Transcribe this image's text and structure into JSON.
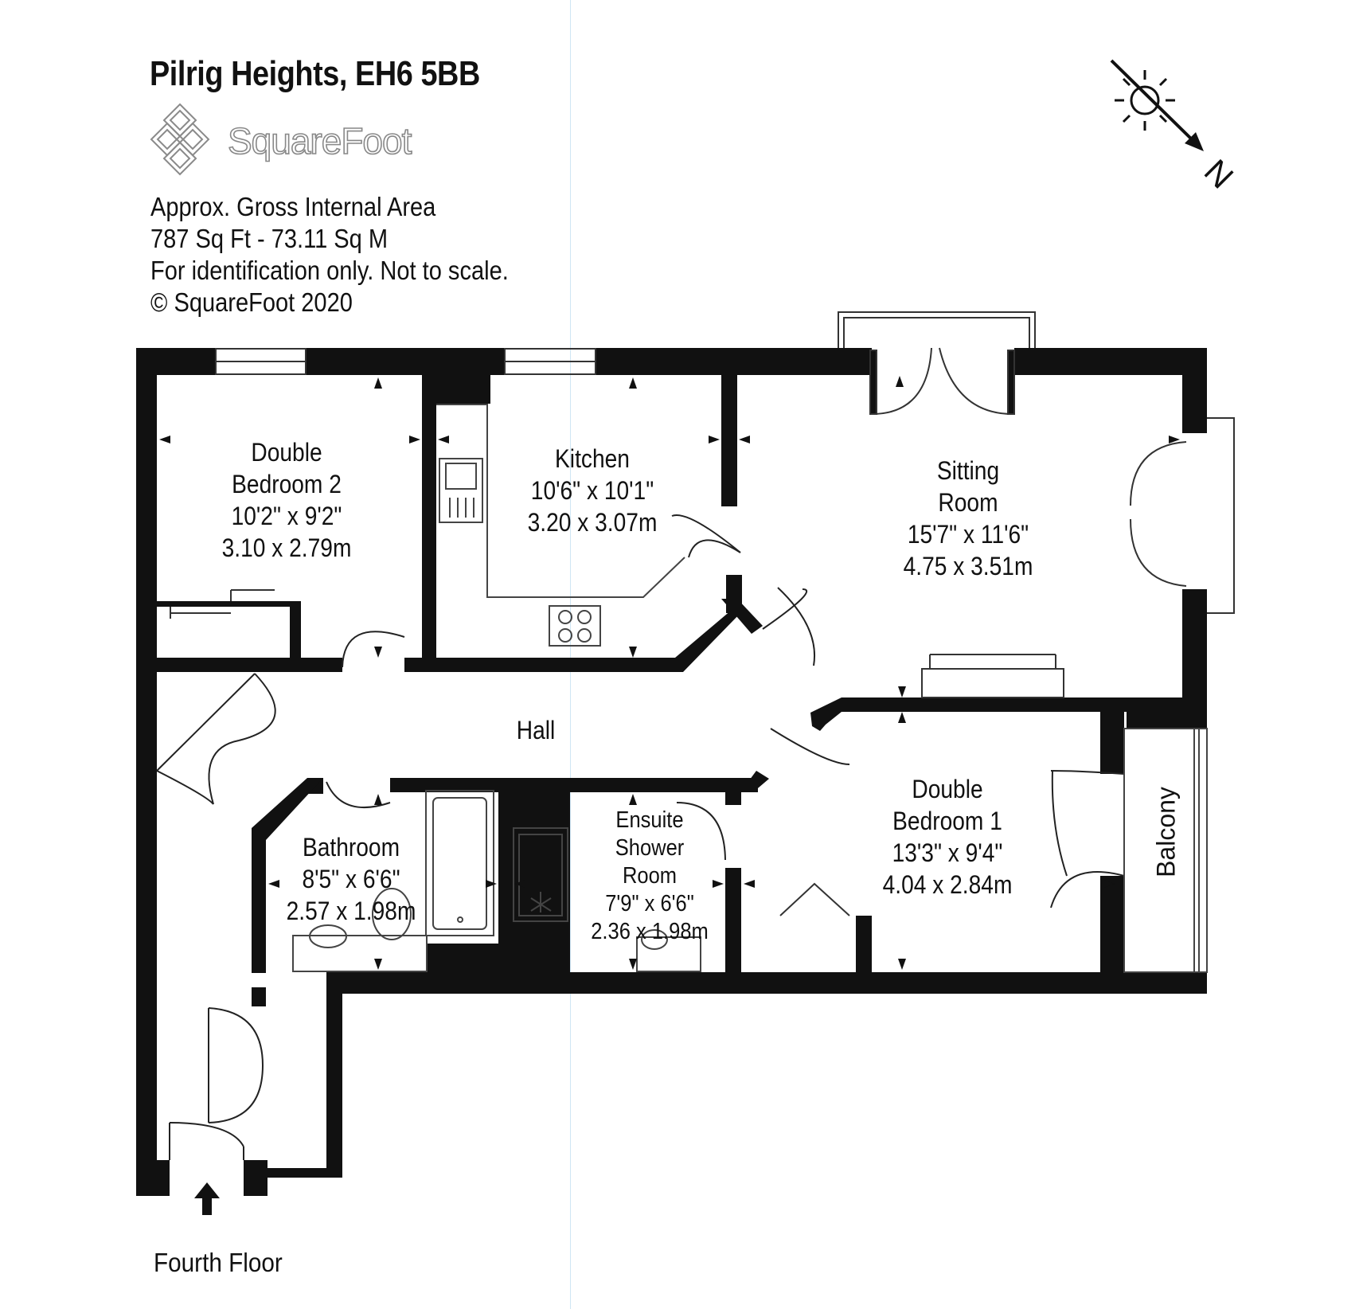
{
  "header": {
    "title": "Pilrig Heights, EH6 5BB",
    "brand": "SquareFoot",
    "info_lines": [
      "Approx. Gross Internal Area",
      "787 Sq Ft  -  73.11 Sq M",
      "For identification only. Not to scale.",
      "© SquareFoot 2020"
    ]
  },
  "compass": {
    "letter": "N"
  },
  "rooms": {
    "bedroom2": {
      "lines": [
        "Double",
        "Bedroom 2",
        "10'2\" x 9'2\"",
        "3.10 x 2.79m"
      ]
    },
    "kitchen": {
      "lines": [
        "Kitchen",
        "10'6\" x 10'1\"",
        "3.20 x 3.07m"
      ]
    },
    "sitting": {
      "lines": [
        "Sitting",
        "Room",
        "15'7\" x 11'6\"",
        "4.75 x 3.51m"
      ]
    },
    "hall": {
      "lines": [
        "Hall"
      ]
    },
    "bedroom1": {
      "lines": [
        "Double",
        "Bedroom 1",
        "13'3\" x 9'4\"",
        "4.04 x 2.84m"
      ]
    },
    "bathroom": {
      "lines": [
        "Bathroom",
        "8'5\" x 6'6\"",
        "2.57 x 1.98m"
      ]
    },
    "ensuite": {
      "lines": [
        "Ensuite",
        "Shower",
        "Room",
        "7'9\" x 6'6\"",
        "2.36 x 1.98m"
      ]
    },
    "balcony": {
      "label": "Balcony"
    }
  },
  "footer": {
    "floor": "Fourth Floor"
  },
  "colors": {
    "wall": "#111111",
    "line": "#222222",
    "guide": "#cfe6f4"
  }
}
